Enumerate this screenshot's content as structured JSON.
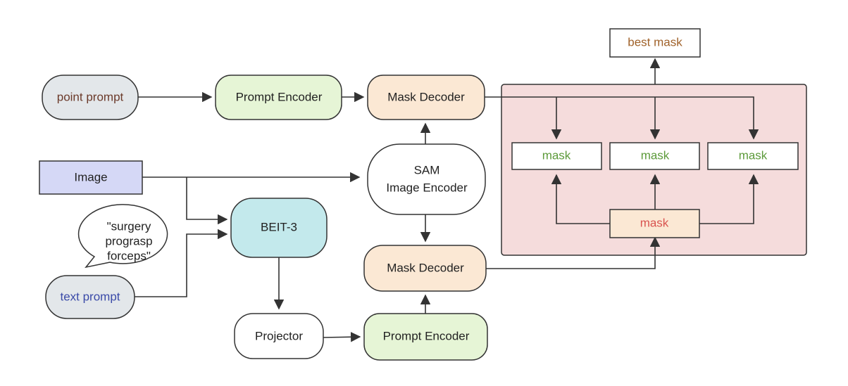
{
  "nodes": {
    "point_prompt": "point prompt",
    "prompt_encoder_top": "Prompt Encoder",
    "mask_decoder_top": "Mask Decoder",
    "image": "Image",
    "sam_encoder_line1": "SAM",
    "sam_encoder_line2": "Image Encoder",
    "beit3": "BEIT-3",
    "speech_line1": "\"surgery",
    "speech_line2": "prograsp",
    "speech_line3": "forceps\"",
    "text_prompt": "text prompt",
    "mask_decoder_bottom": "Mask Decoder",
    "projector": "Projector",
    "prompt_encoder_bottom": "Prompt Encoder",
    "best_mask": "best mask",
    "mask_1": "mask",
    "mask_2": "mask",
    "mask_3": "mask",
    "mask_center": "mask"
  },
  "colors": {
    "point_prompt_fill": "#e3e7ea",
    "point_prompt_text": "#6b3a2a",
    "prompt_encoder_fill": "#e6f5d6",
    "mask_decoder_fill": "#fbe8d4",
    "image_fill": "#d5d8f6",
    "beit_fill": "#c3e9ec",
    "text_prompt_fill": "#e3e7ea",
    "text_prompt_text": "#3a4aa8",
    "panel_fill": "#f5dcdc",
    "best_mask_text": "#a0622a",
    "mask_text_green": "#5c9a3a",
    "mask_center_fill": "#fbe8d4",
    "mask_center_text": "#d9534f",
    "stroke": "#333333"
  }
}
